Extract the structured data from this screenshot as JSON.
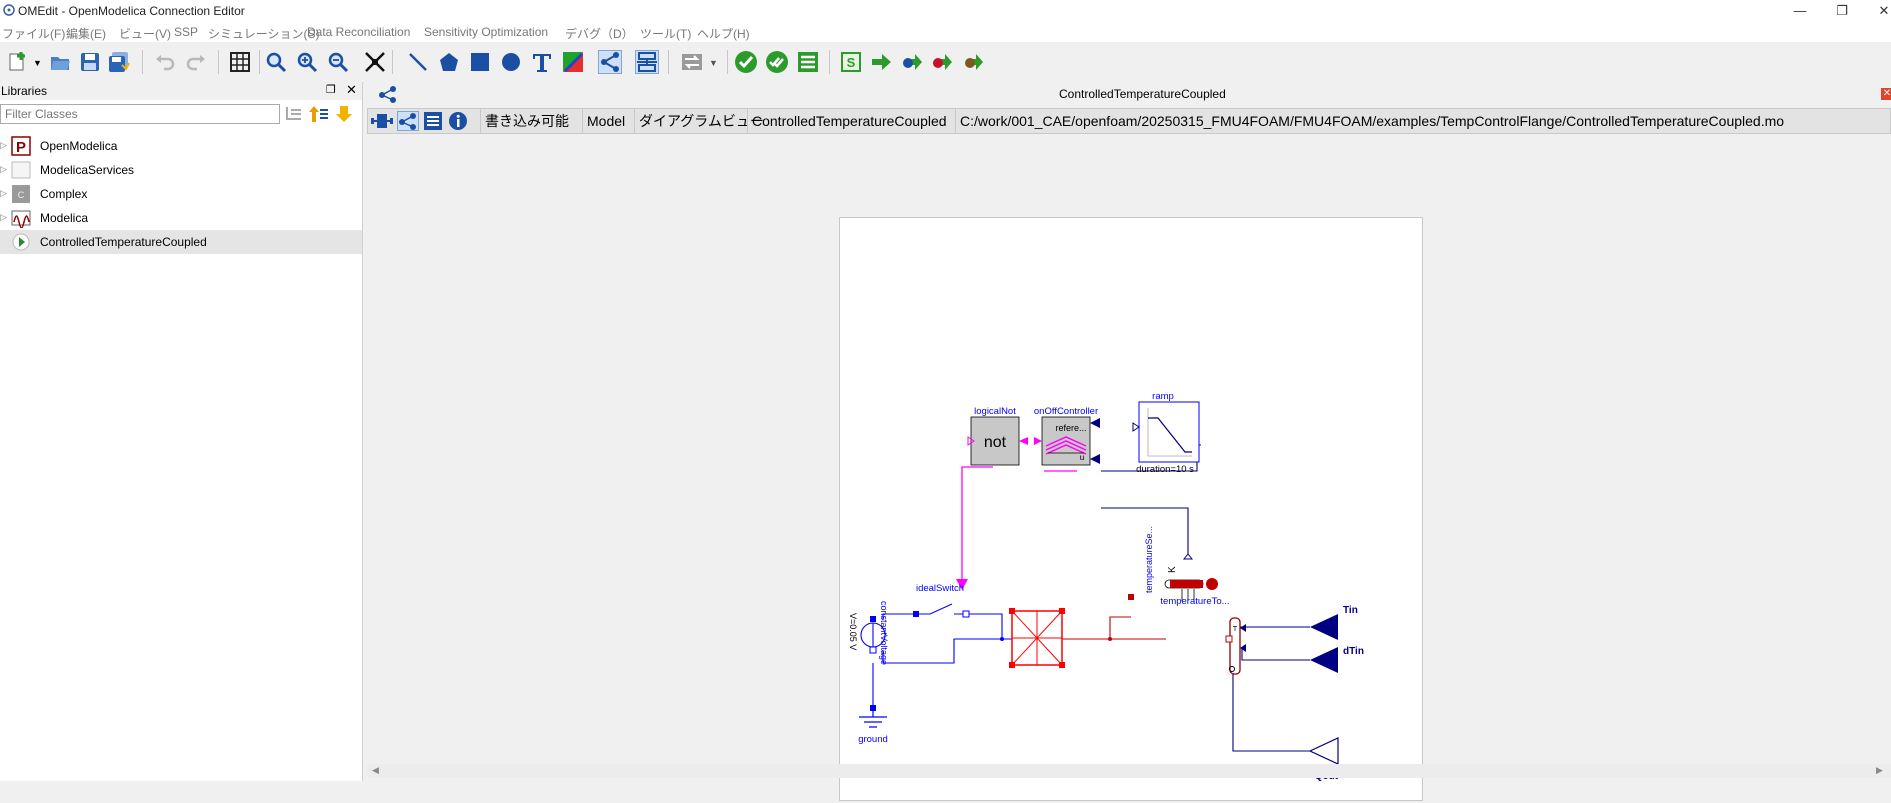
{
  "window": {
    "title": "OMEdit - OpenModelica Connection Editor"
  },
  "menu": [
    "ファイル(F)",
    "編集(E)",
    "ビュー(V)",
    "SSP",
    "シミュレーション(S)",
    "Data Reconciliation",
    "Sensitivity Optimization",
    "デバグ（D）",
    "ツール(T)",
    "ヘルプ(H)"
  ],
  "libraries": {
    "title": "Libraries",
    "filter_placeholder": "Filter Classes",
    "items": [
      {
        "label": "OpenModelica",
        "icon": "openmodelica-icon"
      },
      {
        "label": "ModelicaServices",
        "icon": "package-icon"
      },
      {
        "label": "Complex",
        "icon": "complex-icon"
      },
      {
        "label": "Modelica",
        "icon": "modelica-icon"
      },
      {
        "label": "ControlledTemperatureCoupled",
        "icon": "model-play-icon"
      }
    ]
  },
  "editor": {
    "tab_title": "ControlledTemperatureCoupled",
    "info": {
      "access": "書き込み可能",
      "restriction": "Model",
      "view": "ダイアグラムビュー",
      "class_name": "ControlledTemperatureCoupled",
      "path": "C:/work/001_CAE/openfoam/20250315_FMU4FOAM/FMU4FOAM/examples/TempControlFlange/ControlledTemperatureCoupled.mo"
    }
  },
  "diagram": {
    "labels": {
      "logical_not": "logicalNot",
      "not_text": "not",
      "on_off_controller": "onOffController",
      "reference": "refere...",
      "u": "u",
      "ramp": "ramp",
      "duration": "duration=10 s",
      "ideal_switch": "idealSwitch",
      "temperature_sensor": "temperatureSe...",
      "kelvin": "K",
      "temperature_to": "temperatureTo...",
      "constant_voltage": "constantVoltage",
      "voltage": "V=0.05 V",
      "ground": "ground",
      "tin": "Tin",
      "dtin": "dTin",
      "qout": "Qout",
      "t_port": "T"
    },
    "colors": {
      "electrical": "#0000ff",
      "thermal": "#c00000",
      "boolean": "#ff00ff",
      "real_signal": "#000080"
    }
  }
}
